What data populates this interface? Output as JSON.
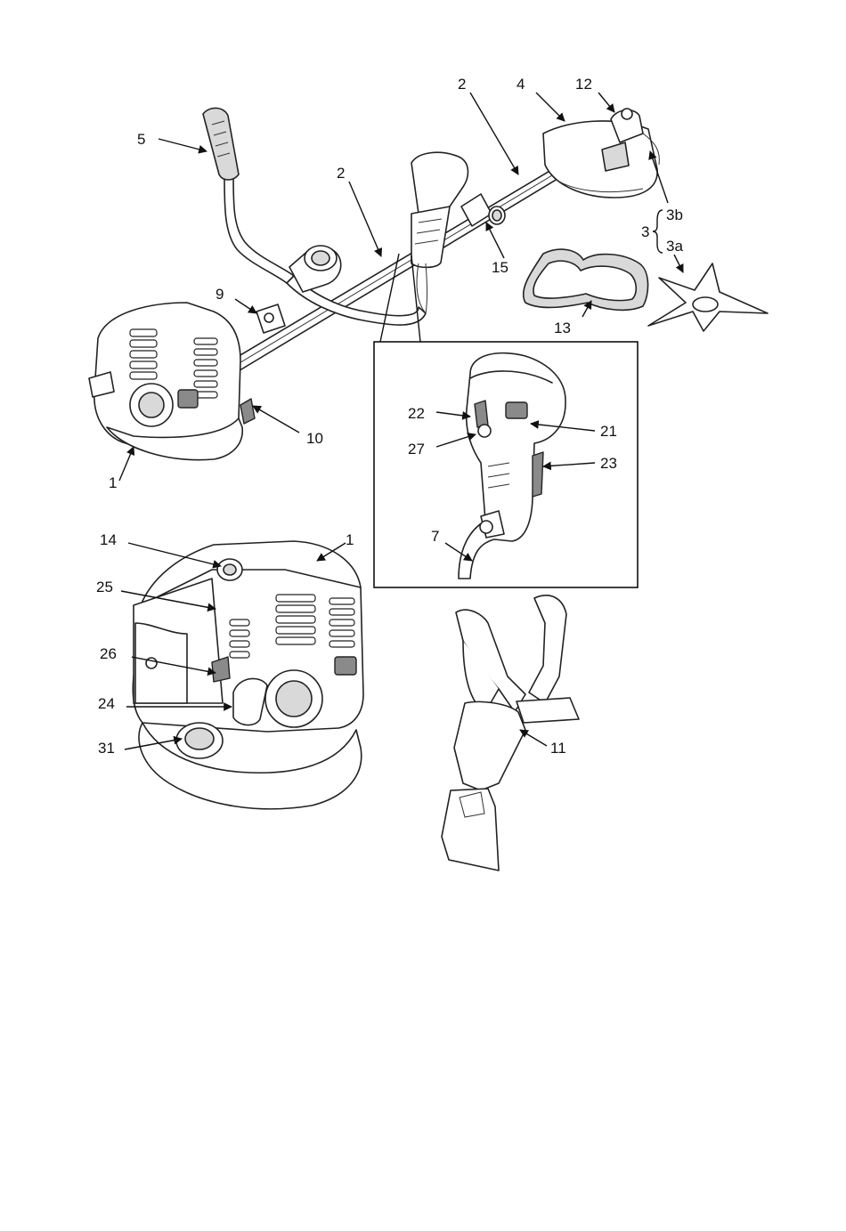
{
  "callouts": {
    "c1a": "1",
    "c1b": "1",
    "c2a": "2",
    "c2b": "2",
    "c3": "3",
    "c3a": "3a",
    "c3b": "3b",
    "c4": "4",
    "c5": "5",
    "c7": "7",
    "c9": "9",
    "c10": "10",
    "c11": "11",
    "c12": "12",
    "c13": "13",
    "c14": "14",
    "c15": "15",
    "c21": "21",
    "c22": "22",
    "c23": "23",
    "c24": "24",
    "c25": "25",
    "c26": "26",
    "c27": "27",
    "c31": "31"
  }
}
